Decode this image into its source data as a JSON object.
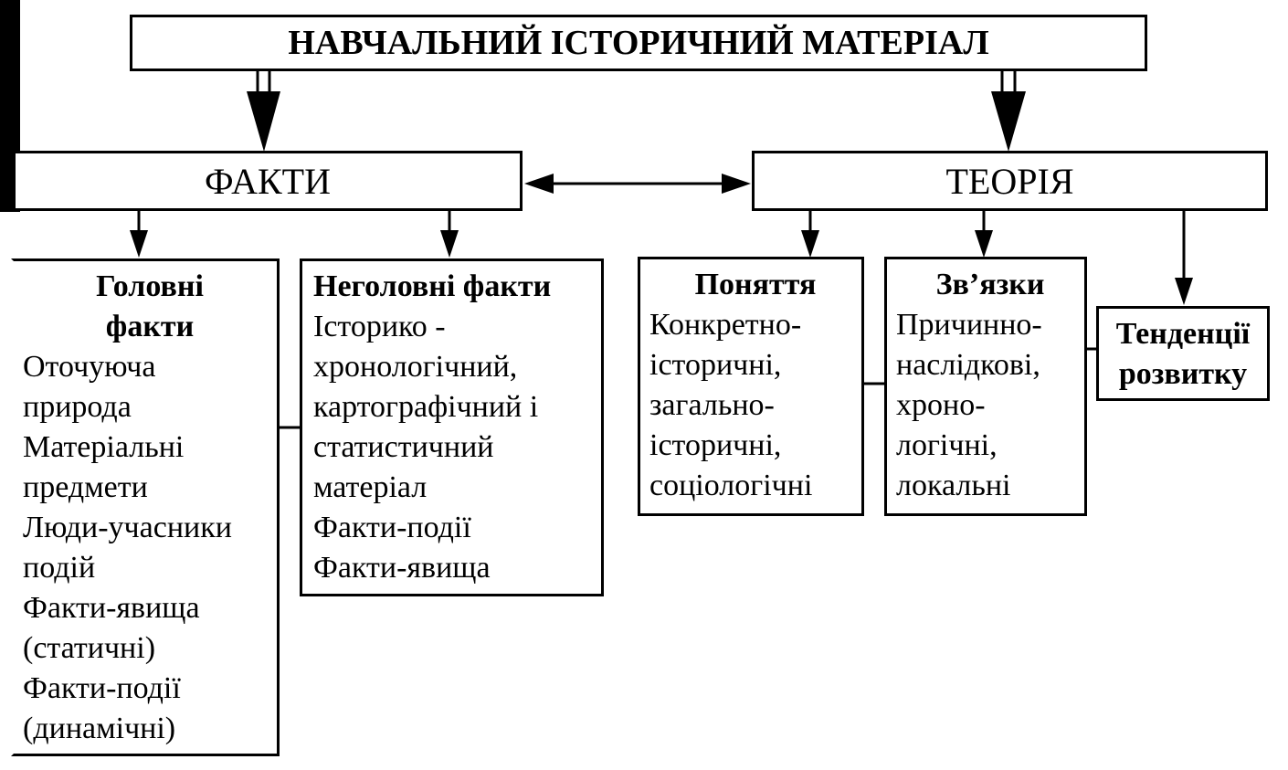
{
  "title": "НАВЧАЛЬНИЙ ІСТОРИЧНИЙ МАТЕРІАЛ",
  "facts": "ФАКТИ",
  "theory": "ТЕОРІЯ",
  "main_facts": {
    "heading_line1": "Головні",
    "heading_line2": "факти",
    "lines": [
      "Оточуюча",
      "природа",
      "Матеріальні",
      "предмети",
      "Люди-учасники",
      "подій",
      "Факти-явища",
      "(статичні)",
      "Факти-події",
      "(динамічні)"
    ]
  },
  "minor_facts": {
    "heading": "Неголовні факти",
    "lines": [
      "Історико -",
      "хронологічний,",
      "картографічний і",
      "статистичний",
      "матеріал",
      "Факти-події",
      "Факти-явища"
    ]
  },
  "concepts": {
    "heading": "Поняття",
    "lines": [
      "Конкретно-",
      "історичні,",
      "загально-",
      "історичні,",
      "соціологічні"
    ]
  },
  "links": {
    "heading": "Зв’язки",
    "lines": [
      "Причинно-",
      "наслідкові,",
      "хроно-",
      "логічні,",
      "локальні"
    ]
  },
  "trends": {
    "line1": "Тенденції",
    "line2": "розвитку"
  }
}
